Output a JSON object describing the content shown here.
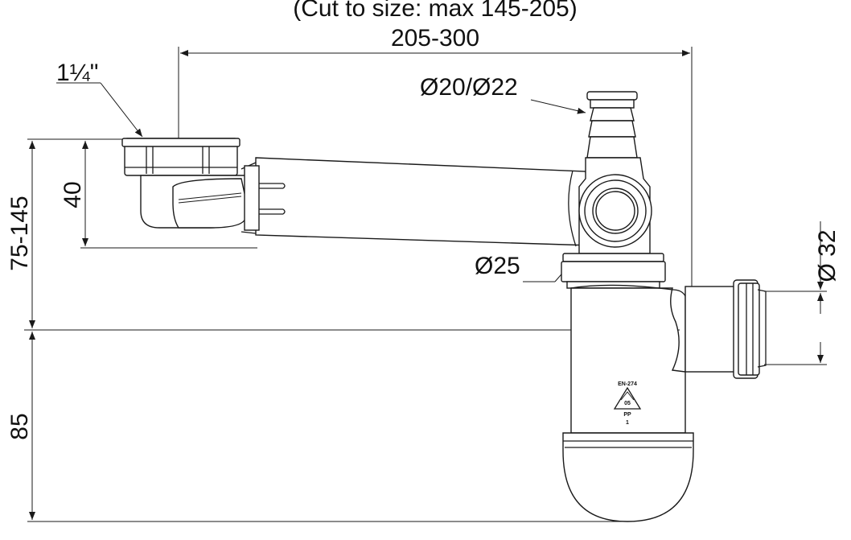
{
  "labels": {
    "cut_note": "(Cut to size: max 145-205)",
    "width_range": "205-300",
    "thread_size": "1¼\"",
    "inlet_diameter": "Ø20/Ø22",
    "overflow_diameter": "Ø25",
    "outlet_diameter": "Ø 32",
    "height_40": "40",
    "height_range": "75-145",
    "height_85": "85",
    "standard_mark": "EN-274",
    "recycle_code": "05",
    "material": "PP",
    "model_digit": "1"
  },
  "colors": {
    "line": "#1a1a1a",
    "background": "#ffffff",
    "shade": "#e8e8e8"
  }
}
